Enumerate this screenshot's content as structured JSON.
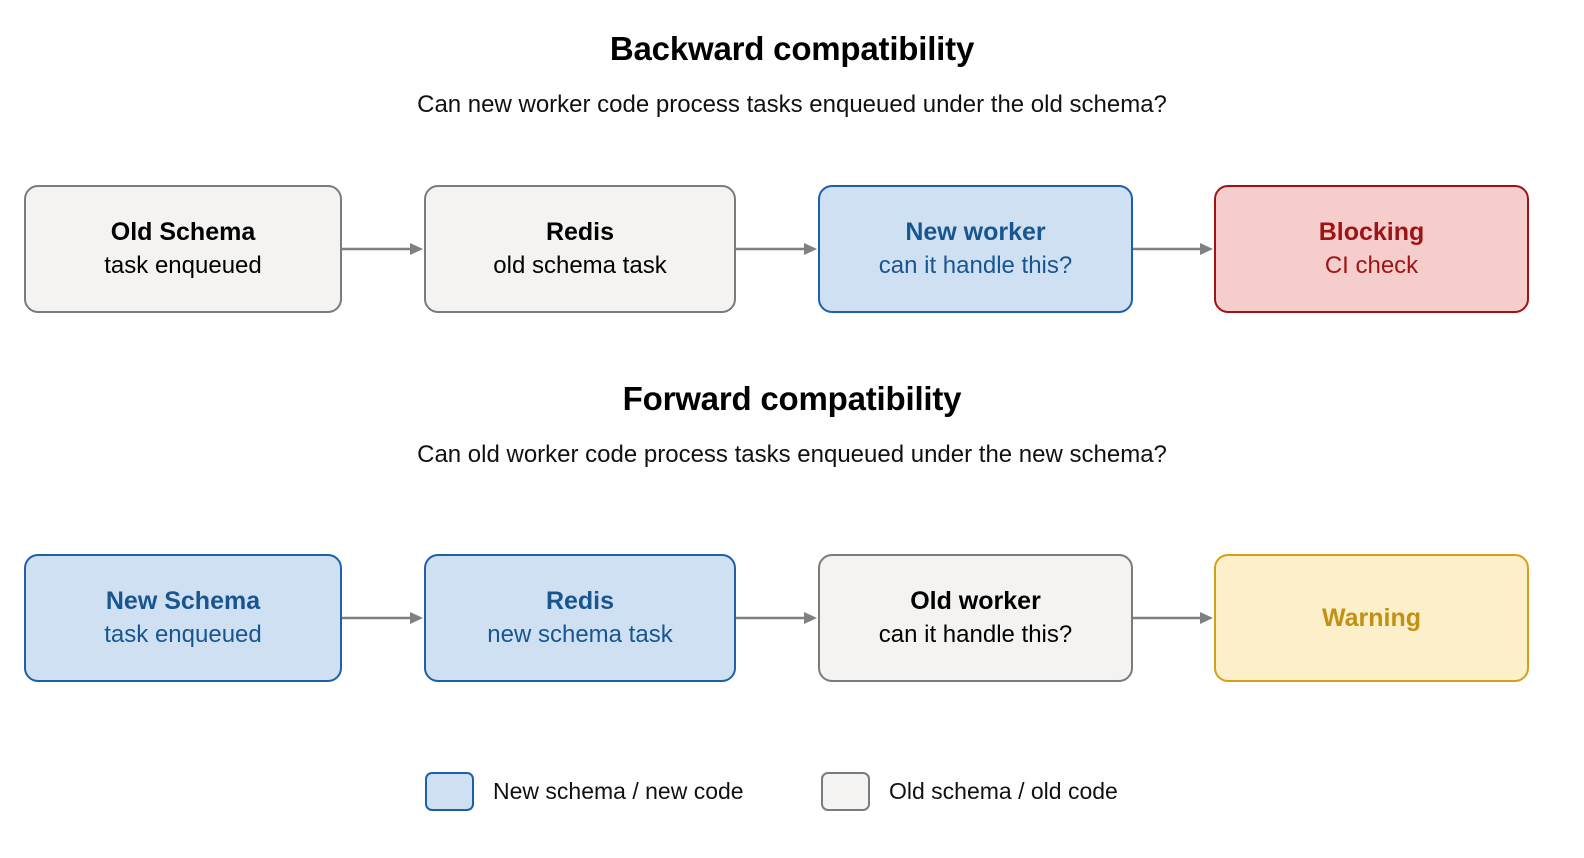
{
  "colors": {
    "blue_fill": "#cfe0f3",
    "blue_border": "#1f5fa8",
    "blue_text": "#19558f",
    "grey_fill": "#f4f3f1",
    "grey_border": "#7b7b7b",
    "red_fill": "#f5cdcd",
    "red_border": "#9e1414",
    "red_text": "#9e1414",
    "yellow_fill": "#fcefc9",
    "yellow_border": "#d4a017",
    "yellow_text": "#c19113",
    "arrow": "#808080",
    "background": "#ffffff"
  },
  "sections": [
    {
      "id": "backward",
      "title": "Backward compatibility",
      "subtitle": "Can new worker code process tasks enqueued under the old schema?",
      "nodes": [
        {
          "title": "Old Schema",
          "sub": "task enqueued",
          "variant": "grey"
        },
        {
          "title": "Redis",
          "sub": "old schema task",
          "variant": "grey"
        },
        {
          "title": "New worker",
          "sub": "can it handle this?",
          "variant": "blue"
        },
        {
          "title": "Blocking",
          "sub": "CI check",
          "variant": "red"
        }
      ]
    },
    {
      "id": "forward",
      "title": "Forward compatibility",
      "subtitle": "Can old worker code process tasks enqueued under the new schema?",
      "nodes": [
        {
          "title": "New Schema",
          "sub": "task enqueued",
          "variant": "blue"
        },
        {
          "title": "Redis",
          "sub": "new schema task",
          "variant": "blue"
        },
        {
          "title": "Old worker",
          "sub": "can it handle this?",
          "variant": "grey"
        },
        {
          "title": "Warning",
          "sub": "",
          "variant": "yellow"
        }
      ]
    }
  ],
  "legend": {
    "items": [
      {
        "label": "New schema / new code",
        "swatch": "blue"
      },
      {
        "label": "Old schema / old code",
        "swatch": "grey"
      }
    ]
  }
}
